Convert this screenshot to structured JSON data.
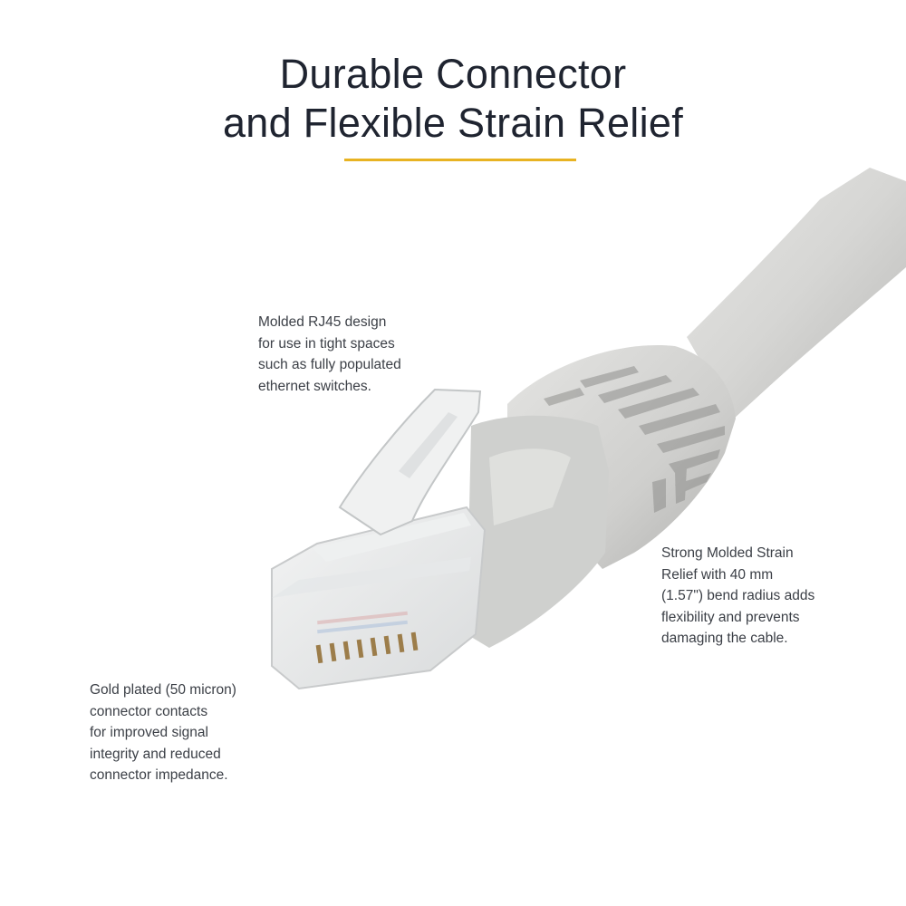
{
  "heading": {
    "line1": "Durable Connector",
    "line2": "and Flexible Strain Relief"
  },
  "accent_color": "#e8b322",
  "text_color": "#1f2430",
  "cable_color": "#d4d4d2",
  "callouts": {
    "rj45_design": [
      "Molded RJ45 design",
      "for use in tight spaces",
      "such as fully populated",
      "ethernet switches."
    ],
    "strain_relief": [
      "Strong Molded Strain",
      "Relief with 40 mm",
      "(1.57\") bend radius adds",
      "flexibility and prevents",
      "damaging the cable."
    ],
    "gold_contacts": [
      "Gold plated (50 micron)",
      "connector contacts",
      "for improved signal",
      "integrity and reduced",
      "connector impedance."
    ]
  }
}
